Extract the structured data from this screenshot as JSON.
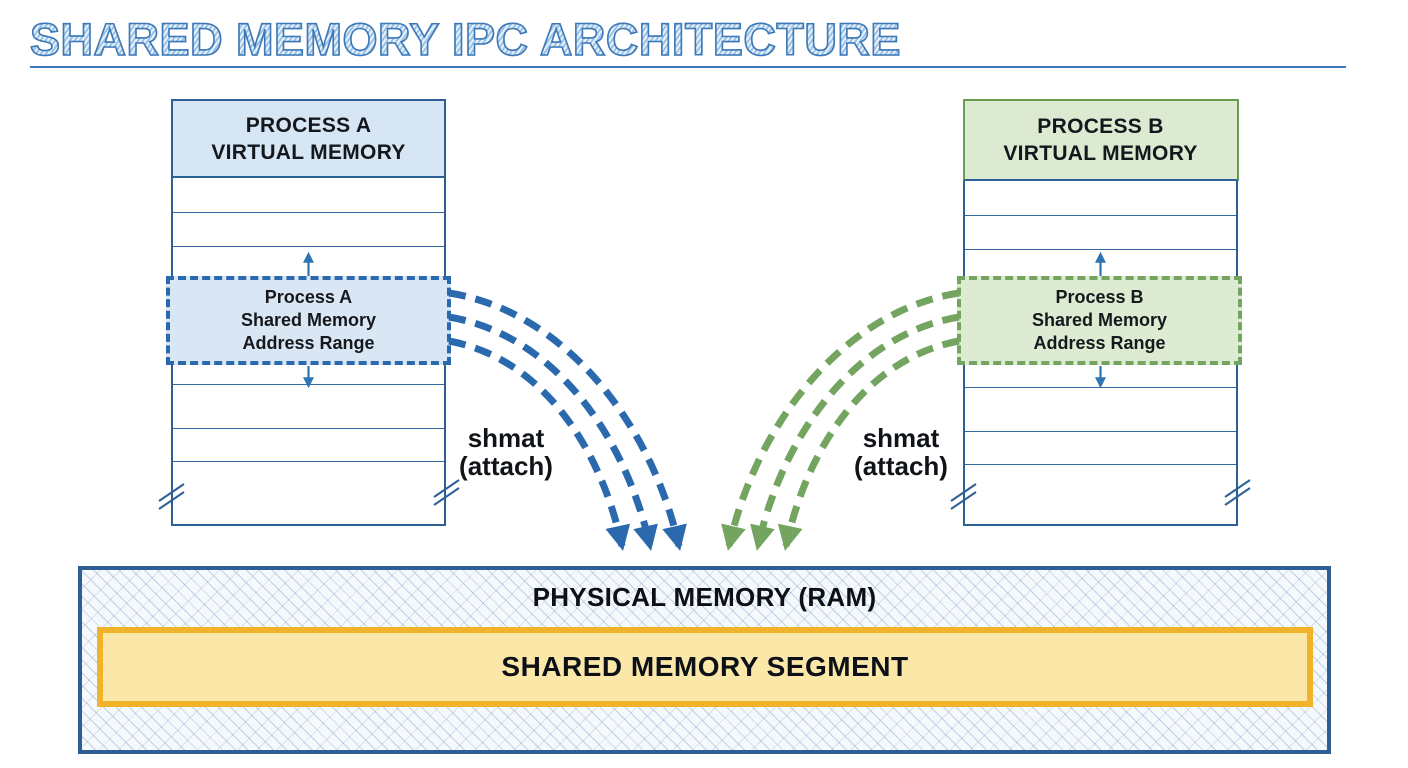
{
  "title": "SHARED MEMORY IPC ARCHITECTURE",
  "process_a": {
    "header_line1": "PROCESS A",
    "header_line2": "VIRTUAL MEMORY",
    "range_line1": "Process A",
    "range_line2": "Shared Memory",
    "range_line3": "Address Range",
    "attach_line1": "shmat",
    "attach_line2": "(attach)"
  },
  "process_b": {
    "header_line1": "PROCESS B",
    "header_line2": "VIRTUAL MEMORY",
    "range_line1": "Process B",
    "range_line2": "Shared Memory",
    "range_line3": "Address Range",
    "attach_line1": "shmat",
    "attach_line2": "(attach)"
  },
  "physical_memory": {
    "label": "PHYSICAL MEMORY (RAM)",
    "segment_label": "SHARED MEMORY SEGMENT"
  },
  "colors": {
    "title_blue": "#3c78b8",
    "box_border_blue": "#2d6094",
    "row_line_blue": "#33699f",
    "process_a_fill": "#d7e6f4",
    "process_a_range_fill": "#d9e7f5",
    "arrow_blue": "#2a69ae",
    "process_b_border_green": "#689e4e",
    "process_b_fill": "#dcead2",
    "process_b_range_fill": "#deebd3",
    "arrow_green": "#74a560",
    "physical_border_navy": "#2d5f94",
    "segment_border_yellow": "#f0b32a",
    "segment_fill_yellow": "#fbe7a8"
  }
}
